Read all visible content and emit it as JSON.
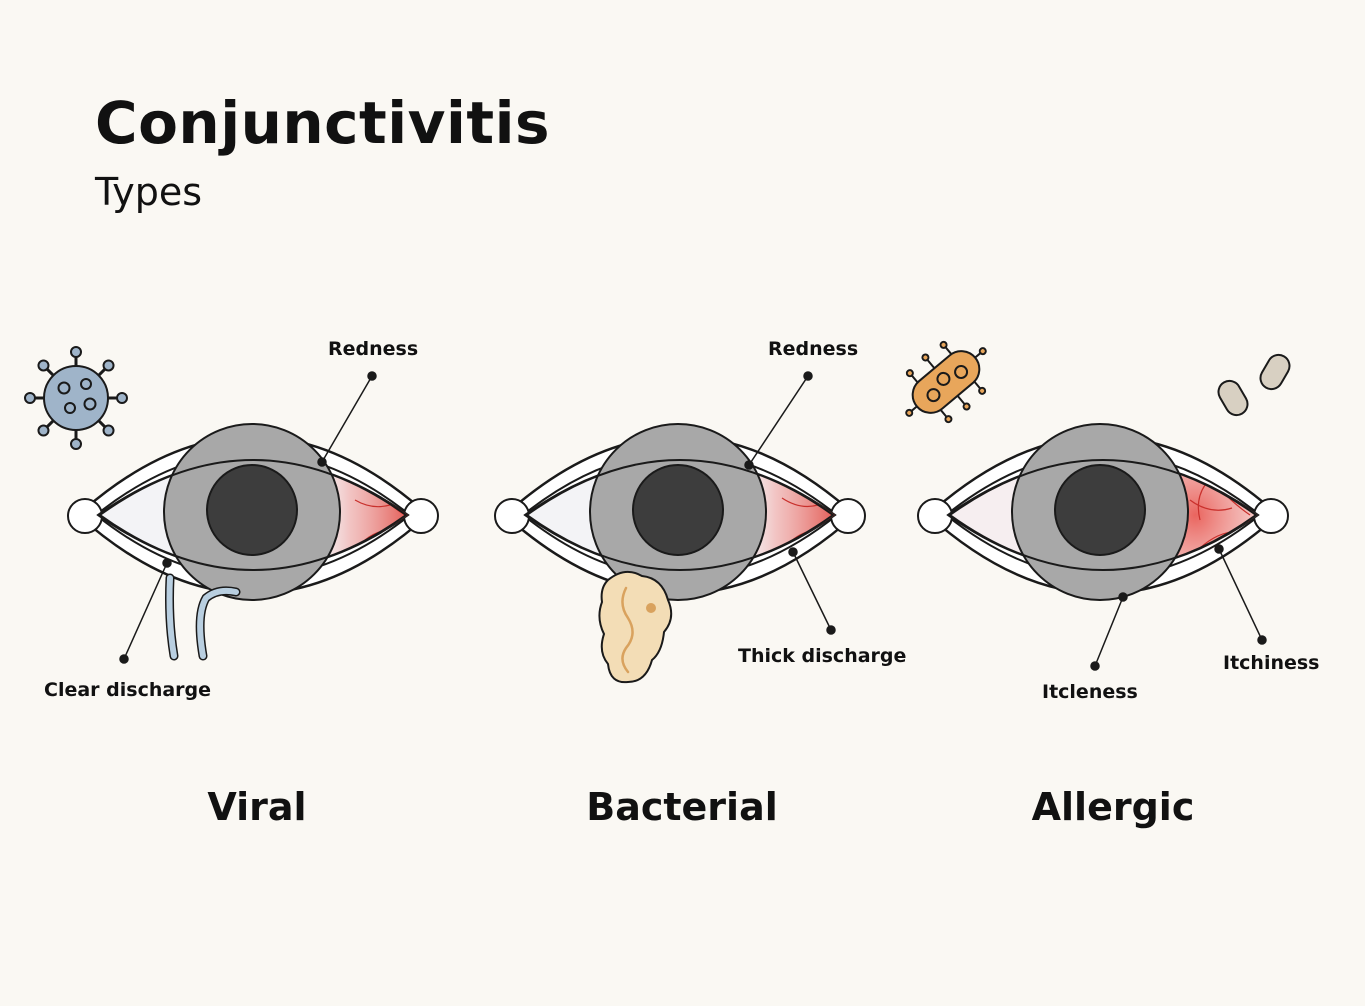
{
  "title": "Conjunctivitis",
  "subtitle": "Types",
  "types": [
    {
      "name": "Viral",
      "labels": [
        "Redness",
        "Clear discharge"
      ],
      "icon": "virus-icon"
    },
    {
      "name": "Bacterial",
      "labels": [
        "Redness",
        "Thick discharge"
      ],
      "icon": "discharge-blob-icon"
    },
    {
      "name": "Allergic",
      "labels": [
        "Itcleness",
        "Itchiness"
      ],
      "icon": "bacteria-icon"
    }
  ],
  "colors": {
    "background": "#faf8f3",
    "iris": "#a8a8a8",
    "pupil": "#3d3d3d",
    "redness": "#e0463f",
    "virus": "#9fb4c9",
    "bacteria": "#e8a65b",
    "pollen": "#d8d0c2",
    "thick_discharge": "#f3ddb6",
    "clear_discharge": "#b9cfe0"
  }
}
